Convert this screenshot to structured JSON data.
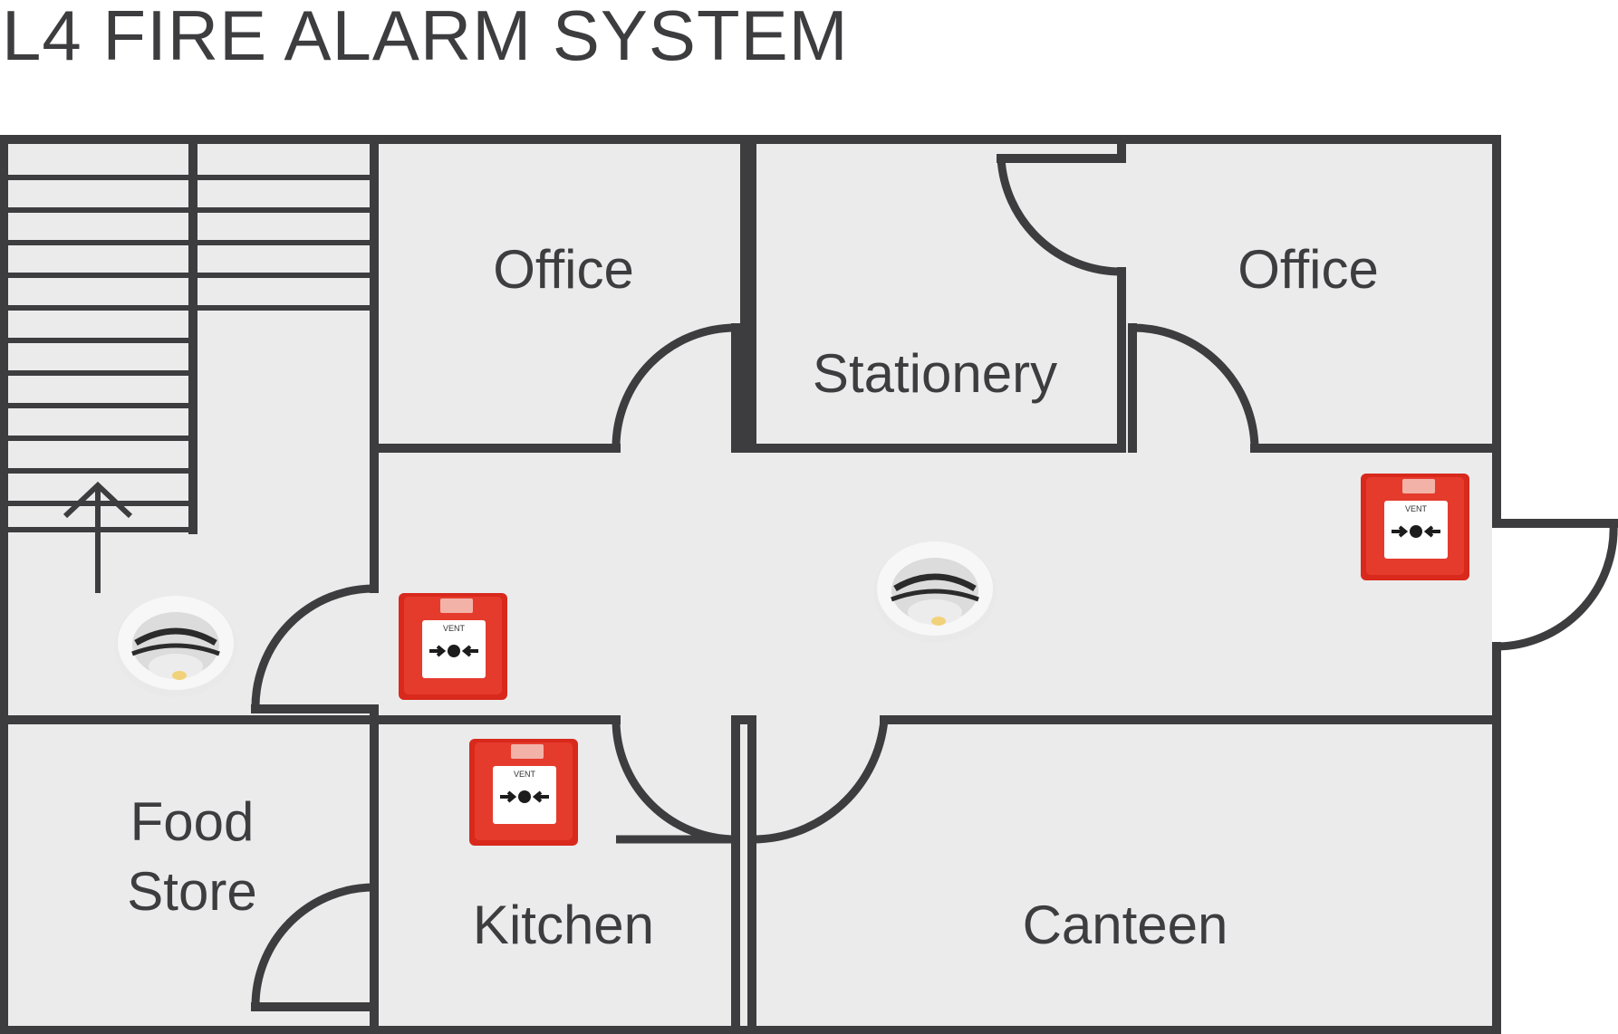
{
  "title": "L4 FIRE ALARM SYSTEM",
  "rooms": {
    "office_left": "Office",
    "stationery": "Stationery",
    "office_right": "Office",
    "food_store_line1": "Food",
    "food_store_line2": "Store",
    "kitchen": "Kitchen",
    "canteen": "Canteen"
  },
  "call_point": {
    "text": "VENT"
  },
  "colors": {
    "wall": "#3d3d3f",
    "floor": "#ebebec",
    "call_point_red": "#e03a2b",
    "detector_white": "#f4f4f4"
  },
  "icons": {
    "smoke_detector": "smoke-detector-icon",
    "manual_call_point": "manual-call-point-icon",
    "stair_arrow": "arrow-up-icon"
  }
}
